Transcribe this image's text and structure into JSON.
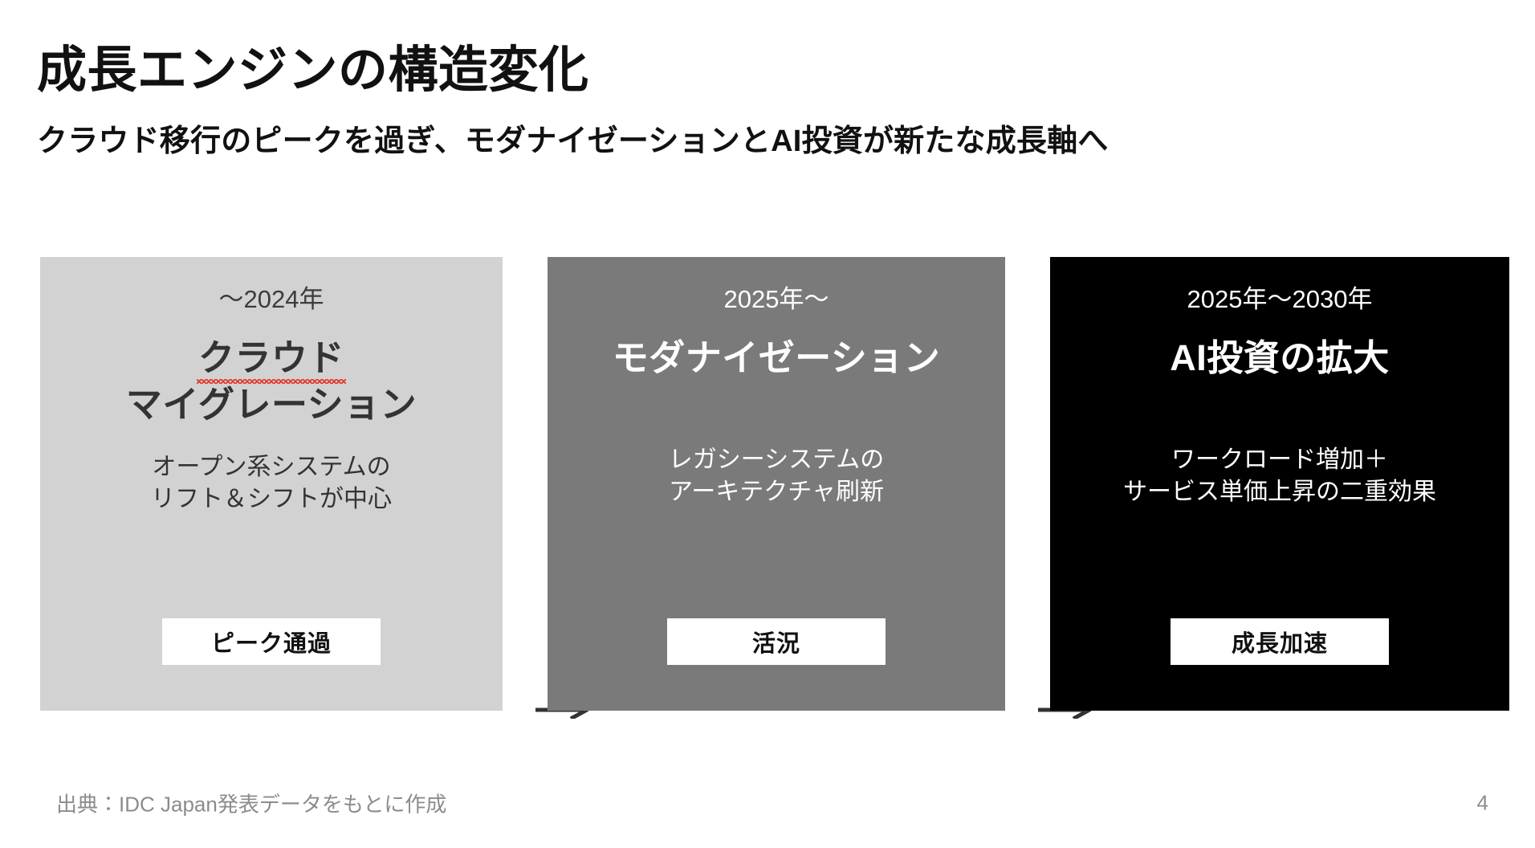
{
  "header": {
    "title": "成長エンジンの構造変化",
    "subtitle": "クラウド移行のピークを過ぎ、モダナイゼーションとAI投資が新たな成長軸へ"
  },
  "colors": {
    "stage1_bg": "#d2d2d2",
    "stage2_bg": "#7a7a7a",
    "stage3_bg": "#000000",
    "badge_bg": "#ffffff",
    "arrow": "#333333",
    "spellcheck_underline": "#e23b2e",
    "footer_text": "#8c8c8c"
  },
  "stages": [
    {
      "period": "～2024年",
      "heading_line1": "クラウド",
      "heading_line2": "マイグレーション",
      "heading_spellchecked_line": "クラウド",
      "body": "オープン系システムの\nリフト＆シフトが中心",
      "badge": "ピーク通過"
    },
    {
      "period": "2025年～",
      "heading_line1": "モダナイゼーション",
      "heading_line2": "",
      "body": "レガシーシステムの\nアーキテクチャ刷新",
      "badge": "活況"
    },
    {
      "period": "2025年～2030年",
      "heading_line1": "AI投資の拡大",
      "heading_line2": "",
      "body": "ワークロード増加＋\nサービス単価上昇の二重効果",
      "badge": "成長加速"
    }
  ],
  "connectors": [
    {
      "icon": "arrow-right-icon"
    },
    {
      "icon": "arrow-right-icon"
    }
  ],
  "footer": {
    "source": "出典：IDC Japan発表データをもとに作成",
    "page_number": "4"
  }
}
